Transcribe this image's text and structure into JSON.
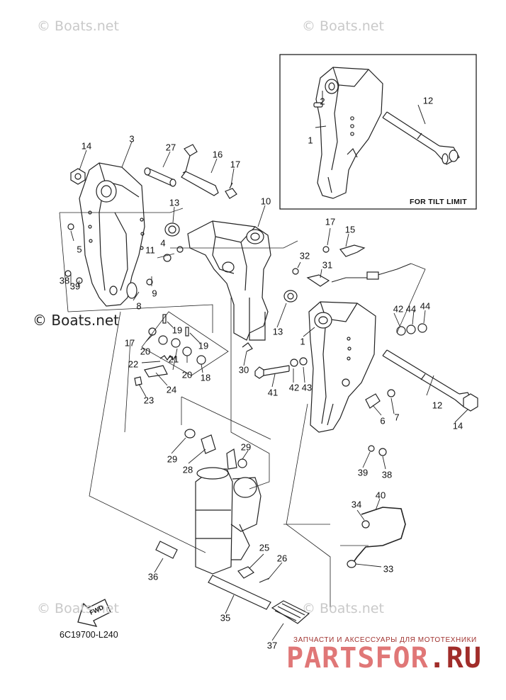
{
  "watermarks": {
    "top_left": "© Boats.net",
    "top_right": "© Boats.net",
    "mid_left": "© Boats.net",
    "bottom_left": "© Boats.net",
    "bottom_right": "© Boats.net"
  },
  "inset": {
    "label": "FOR TILT LIMIT"
  },
  "diagram_code": "6C19700-L240",
  "fwd_label": "FWD",
  "advert": {
    "tagline": "ЗАПЧАСТИ И АКСЕССУАРЫ ДЛЯ МОТОТЕХНИКИ",
    "logo_main": "PARTSFOR",
    "logo_suffix": ".RU",
    "accent_color": "#a12d2a",
    "light_color": "#e07777"
  },
  "callouts": {
    "c1_inset": "1",
    "c2_inset": "2",
    "c12_inset": "12",
    "c14_left": "14",
    "c3": "3",
    "c27": "27",
    "c16": "16",
    "c17_top": "17",
    "c10": "10",
    "c13_top": "13",
    "c5": "5",
    "c4": "4",
    "c11": "11",
    "c38_left": "38",
    "c39_left": "39",
    "c9": "9",
    "c8": "8",
    "c17_right": "17",
    "c15": "15",
    "c32": "32",
    "c31": "31",
    "c13_mid": "13",
    "c1_main": "1",
    "c42_top": "42",
    "c44_a": "44",
    "c44_b": "44",
    "c19_a": "19",
    "c19_b": "19",
    "c17_mid": "17",
    "c20_a": "20",
    "c21": "21",
    "c20_b": "20",
    "c22": "22",
    "c18": "18",
    "c24": "24",
    "c23": "23",
    "c30": "30",
    "c41": "41",
    "c42_low": "42",
    "c43": "43",
    "c6": "6",
    "c7": "7",
    "c12_main": "12",
    "c14_right": "14",
    "c29_a": "29",
    "c28": "28",
    "c29_b": "29",
    "c39_right": "39",
    "c38_right": "38",
    "c40": "40",
    "c34": "34",
    "c33": "33",
    "c25": "25",
    "c26": "26",
    "c36": "36",
    "c35": "35",
    "c37": "37"
  }
}
